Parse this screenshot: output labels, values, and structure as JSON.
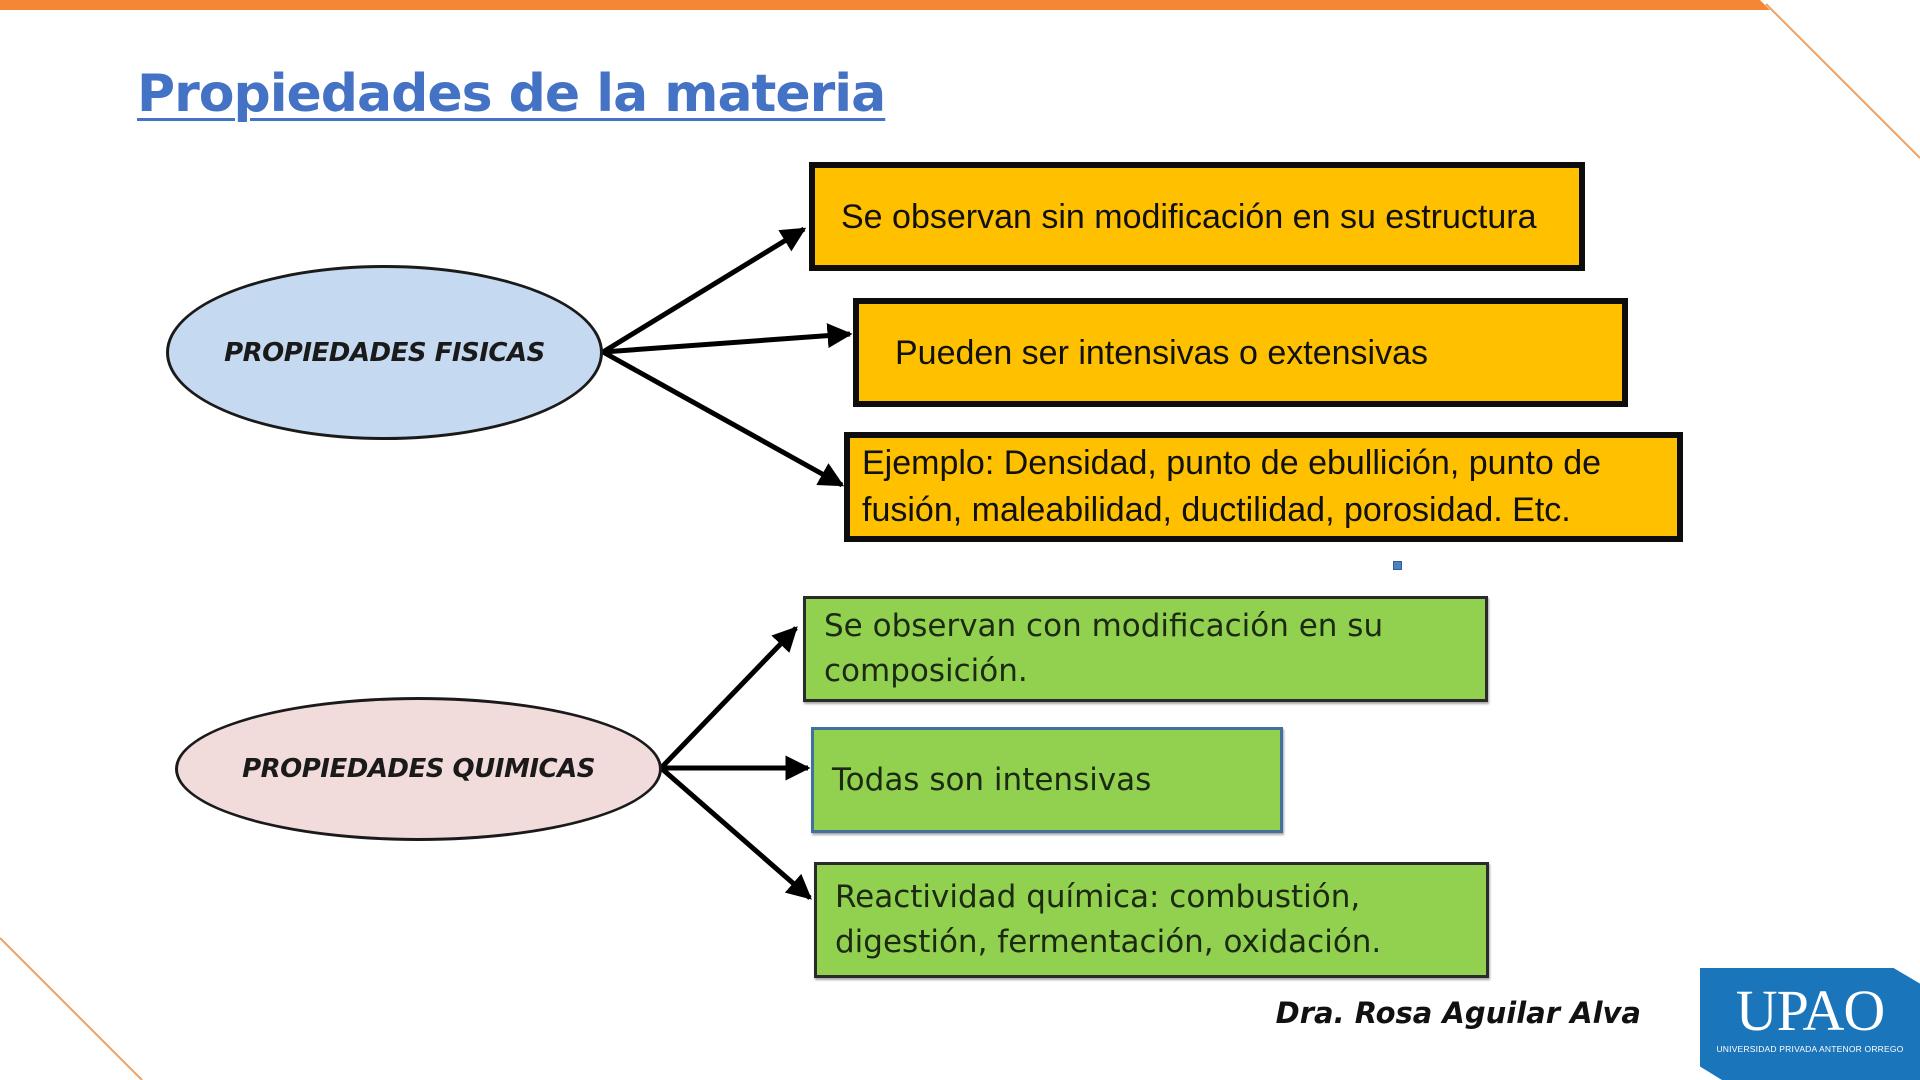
{
  "slide": {
    "title": "Propiedades de la materia",
    "accent_color": "#F58634",
    "title_color": "#4472C4"
  },
  "diagram": {
    "physical": {
      "label": "PROPIEDADES FISICAS",
      "fill": "#C5D9F1",
      "items": [
        {
          "text": "Se observan sin modificación en su estructura"
        },
        {
          "text": "Pueden ser intensivas o extensivas"
        },
        {
          "text": "Ejemplo: Densidad, punto de ebullición, punto de\nfusión, maleabilidad, ductilidad, porosidad. Etc."
        }
      ],
      "item_fill": "#FFC000"
    },
    "chemical": {
      "label": "PROPIEDADES QUIMICAS",
      "fill": "#F2DCDB",
      "items": [
        {
          "text": "Se observan con modificación en su\ncomposición."
        },
        {
          "text": "Todas son intensivas"
        },
        {
          "text": "Reactividad química: combustión,\ndigestión, fermentación, oxidación."
        }
      ],
      "item_fill": "#92D050"
    }
  },
  "footer": {
    "author": "Dra. Rosa Aguilar Alva",
    "logo": {
      "main": "UPAO",
      "sub": "UNIVERSIDAD PRIVADA ANTENOR ORREGO",
      "color": "#1B75BB"
    }
  }
}
